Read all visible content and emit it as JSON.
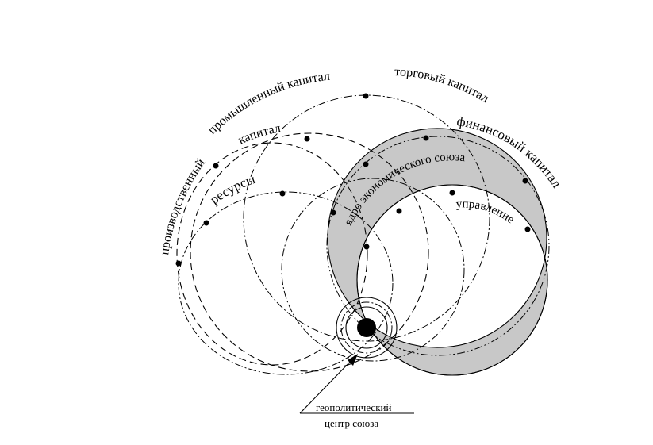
{
  "diagram": {
    "labels": {
      "production_capital_line1": "производственный",
      "production_capital_line2": "промышленный капитал",
      "trade_capital": "торговый капитал",
      "financial_capital": "финансовый капитал",
      "capital": "капитал",
      "resources": "ресурсы",
      "union_core": "ядро экономического союза",
      "management": "управление"
    },
    "callout": {
      "line1": "геополитический",
      "line2": "центр союза"
    },
    "colors": {
      "core_fill": "#c8c8c8",
      "stroke": "#000000",
      "center": "#000000"
    }
  }
}
